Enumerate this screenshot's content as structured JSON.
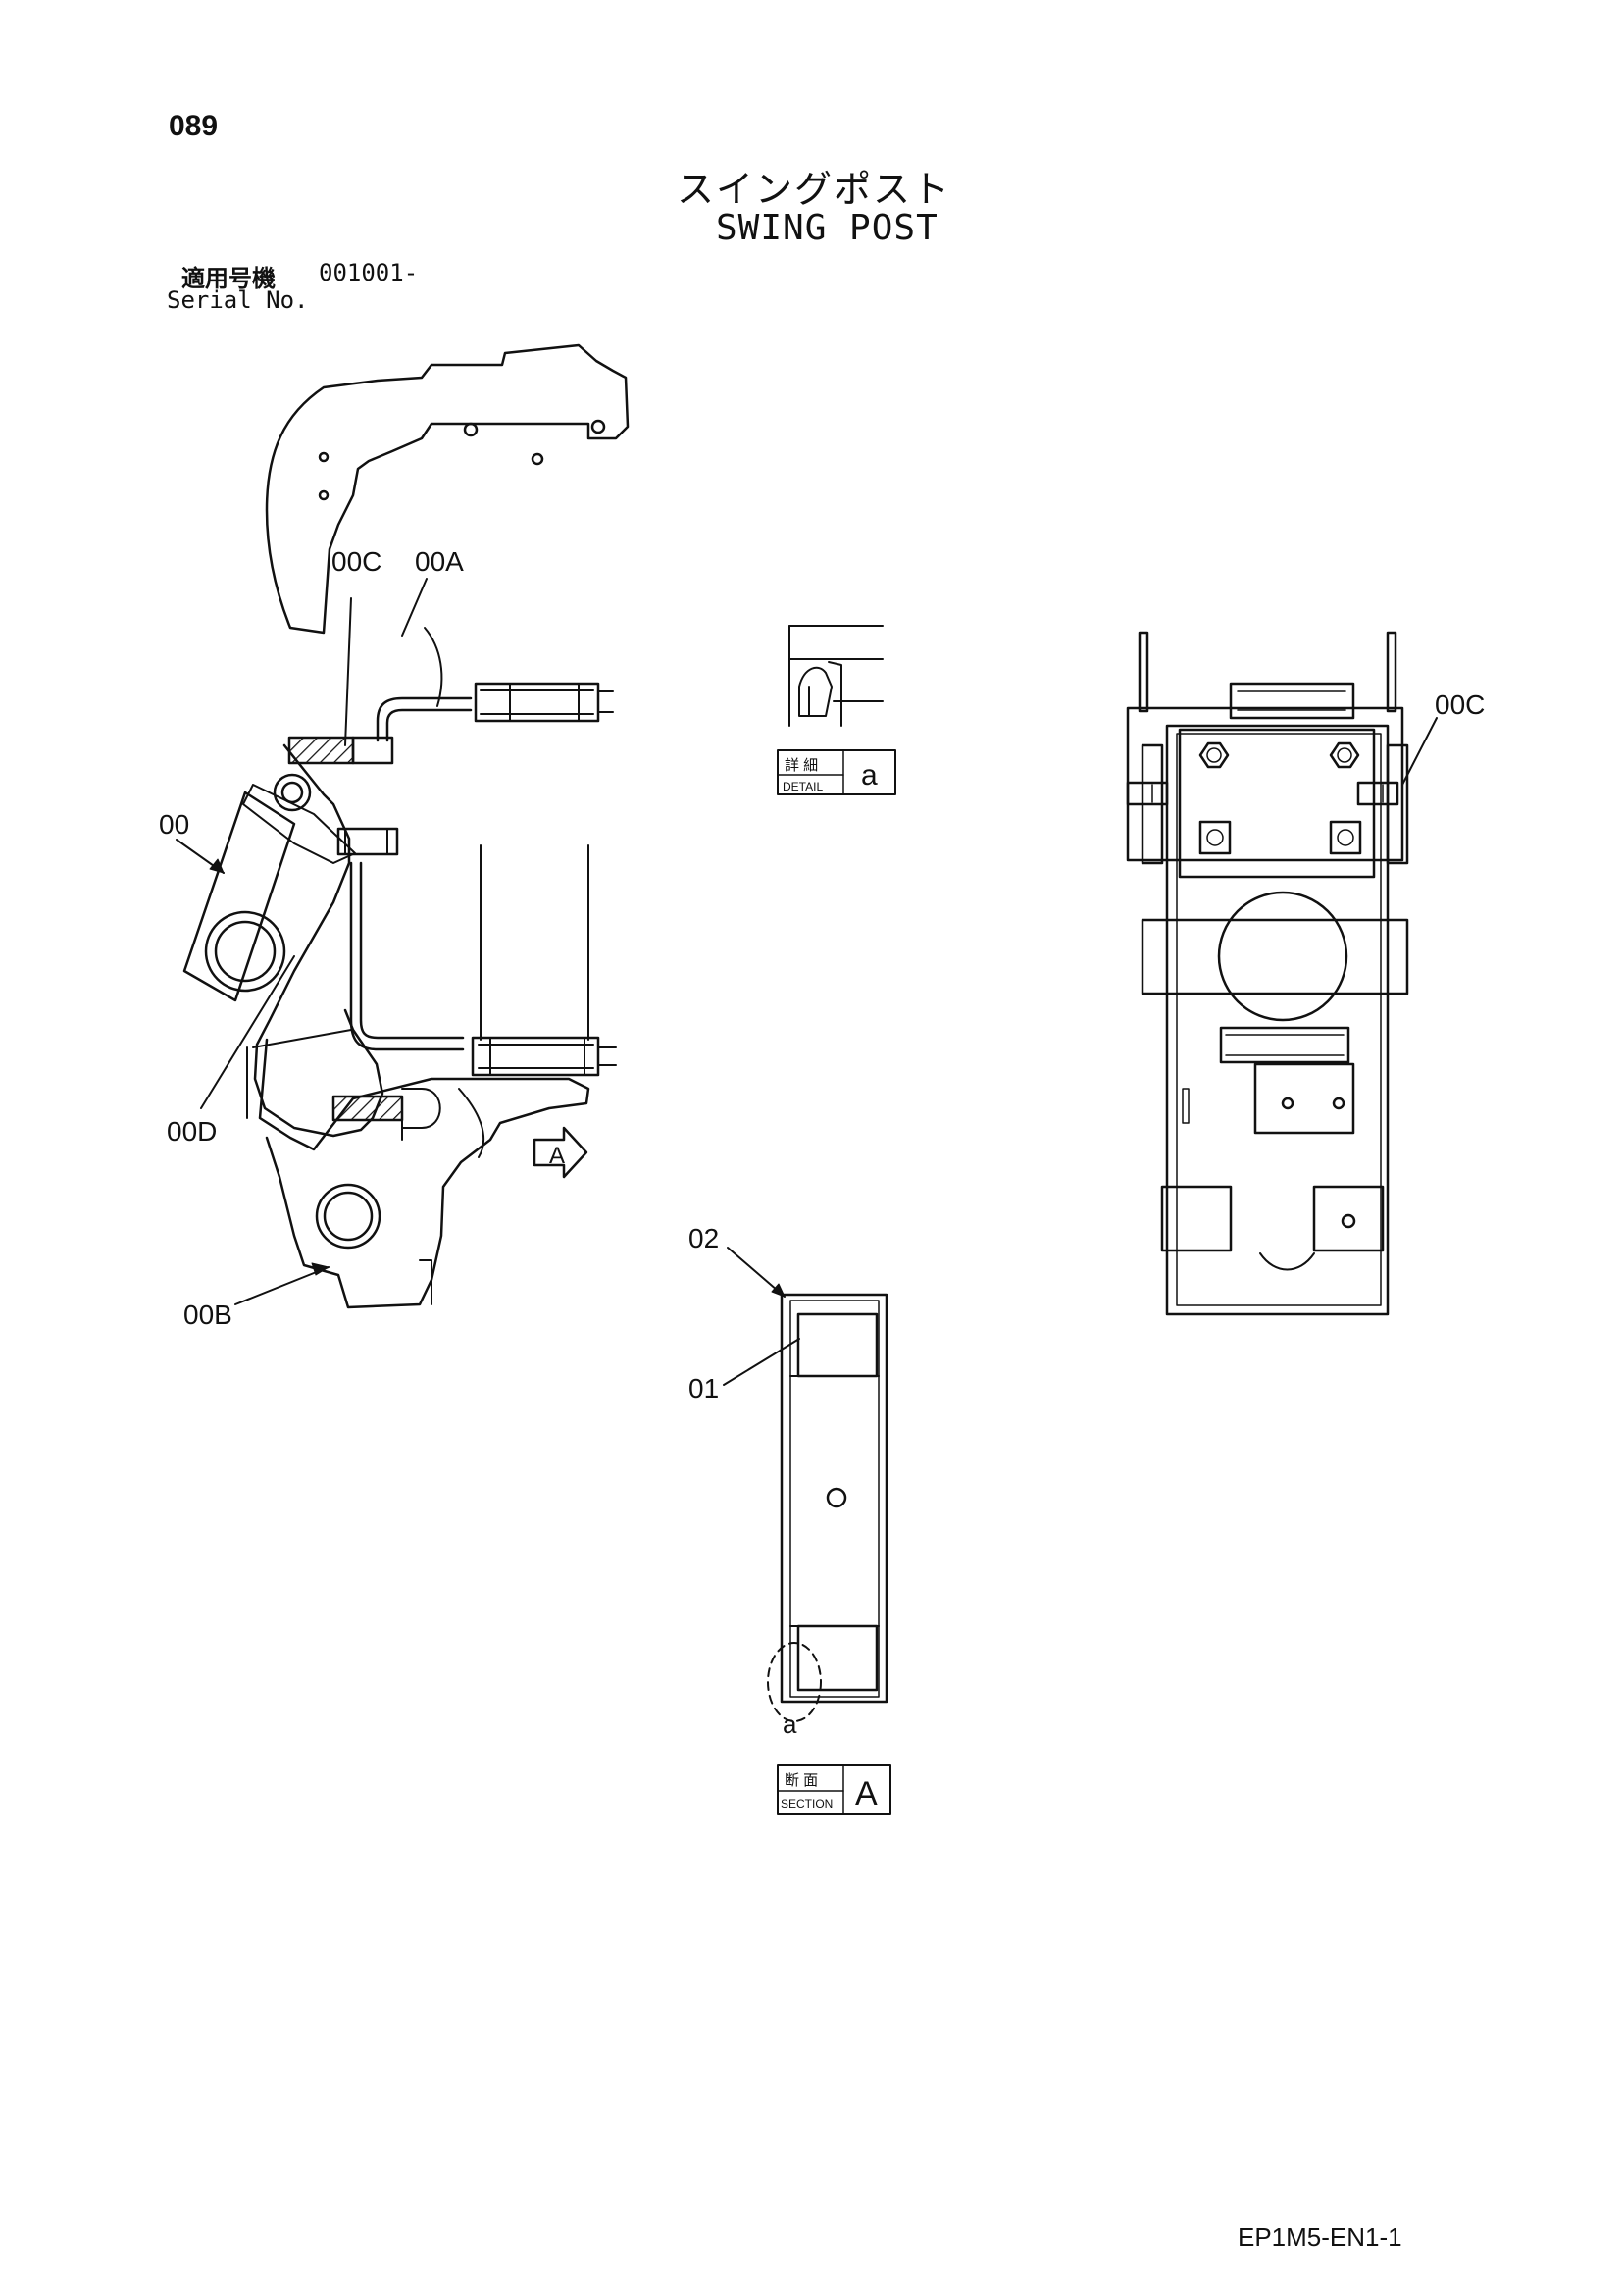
{
  "header": {
    "page_number": "089",
    "title_jp": "スイングポスト",
    "title_en": "SWING POST",
    "serial_label_jp": "適用号機",
    "serial_value": "001001-",
    "serial_label_en": "Serial No."
  },
  "callouts": {
    "c_00C_top": "00C",
    "c_00A": "00A",
    "c_00": "00",
    "c_00D": "00D",
    "c_00B": "00B",
    "c_00C_right": "00C",
    "c_02": "02",
    "c_01": "01",
    "c_a": "a",
    "c_A": "A"
  },
  "detail_box": {
    "jp": "詳 細",
    "en": "DETAIL",
    "ref": "a"
  },
  "section_box": {
    "jp": "断 面",
    "en": "SECTION",
    "ref": "A"
  },
  "footer": {
    "doc_code": "EP1M5-EN1-1"
  }
}
